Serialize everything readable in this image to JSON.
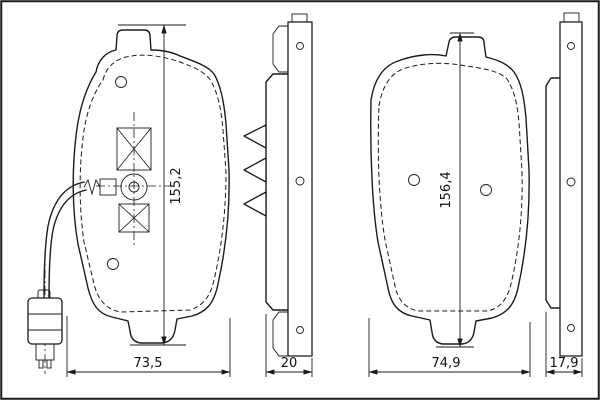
{
  "drawing": {
    "background": "#ffffff",
    "line_color": "#1b1b1b",
    "dimensions": {
      "pad_left": {
        "height": "155,2",
        "width": "73,5"
      },
      "profile_left": {
        "thickness": "20"
      },
      "pad_right": {
        "height": "156,4",
        "width": "74,9"
      },
      "profile_right": {
        "thickness": "17,9"
      }
    }
  }
}
